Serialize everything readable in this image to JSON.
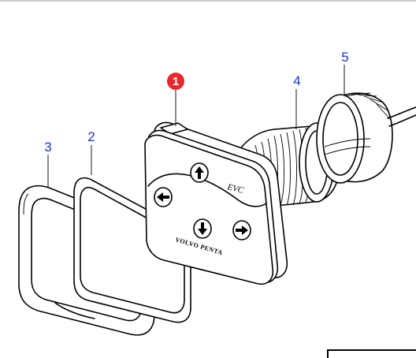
{
  "diagram": {
    "callouts": [
      {
        "id": "callout-1",
        "label": "1",
        "highlight": true
      },
      {
        "id": "callout-2",
        "label": "2"
      },
      {
        "id": "callout-3",
        "label": "3"
      },
      {
        "id": "callout-4",
        "label": "4"
      },
      {
        "id": "callout-5",
        "label": "5"
      }
    ],
    "panel": {
      "label": "EVC",
      "brand": "VOLVO PENTA",
      "buttons": [
        {
          "name": "up-arrow-button",
          "icon": "arrow-up-icon"
        },
        {
          "name": "left-arrow-button",
          "icon": "arrow-left-icon"
        },
        {
          "name": "down-arrow-button",
          "icon": "arrow-down-icon"
        },
        {
          "name": "right-arrow-button",
          "icon": "arrow-right-icon"
        }
      ]
    },
    "colors": {
      "callout_text": "#1a2fd0",
      "highlight_badge": "#e8282d",
      "line": "#000000"
    }
  }
}
